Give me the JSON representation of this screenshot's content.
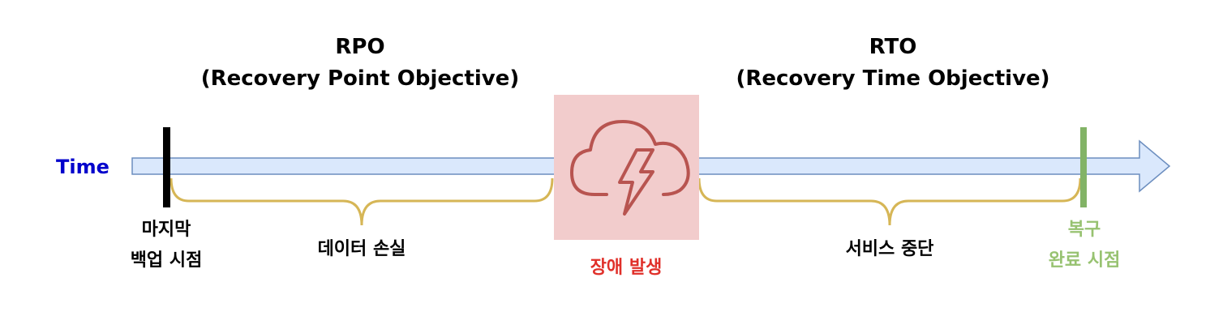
{
  "time_label": "Time",
  "rpo": {
    "title": "RPO",
    "subtitle": "(Recovery Point Objective)"
  },
  "rto": {
    "title": "RTO",
    "subtitle": "(Recovery Time Objective)"
  },
  "last_backup": {
    "line1": "마지막",
    "line2": "백업 시점"
  },
  "data_loss": "데이터 손실",
  "failure": "장애 발생",
  "service_outage": "서비스 중단",
  "recovery_done": {
    "line1": "복구",
    "line2": "완료 시점"
  },
  "colors": {
    "time_text": "#0000CC",
    "arrow_fill": "#DAE8FC",
    "arrow_stroke": "#6C8EBF",
    "brace": "#D6B656",
    "failure_box": "#F2CCCC",
    "failure_icon": "#B85450",
    "failure_text": "#E0302A",
    "recovery_marker": "#82B366",
    "recovery_text": "#97C270",
    "backup_marker": "#000000"
  },
  "icons": {
    "failure": "storm-cloud-lightning-icon"
  }
}
